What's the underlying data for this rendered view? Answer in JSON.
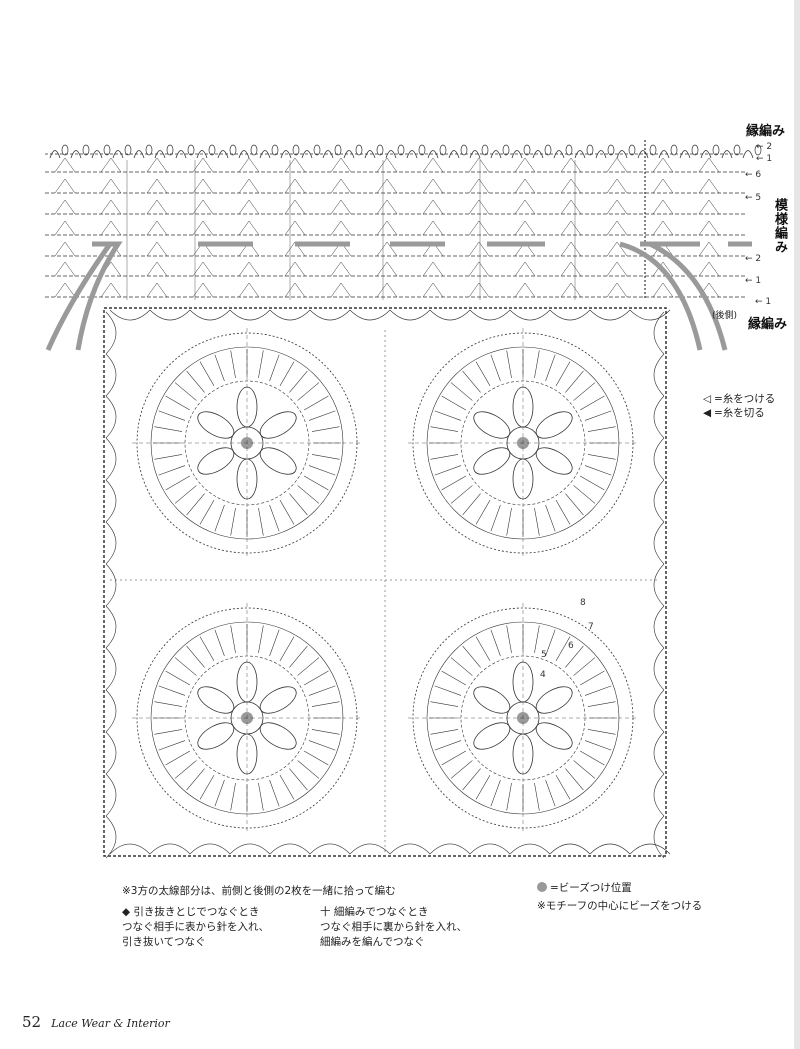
{
  "side_labels": {
    "edging_top": "縁編み",
    "pattern": "模様編み",
    "edging_bottom": "縁編み",
    "back_side": "(後側)"
  },
  "row_numbers": {
    "edging": [
      "2",
      "1"
    ],
    "pattern": [
      "6",
      "5",
      "2",
      "1"
    ],
    "bottom": [
      "1"
    ]
  },
  "motif_rounds": [
    "8",
    "7",
    "6",
    "5",
    "4"
  ],
  "legend": {
    "attach_yarn": "=糸をつける",
    "cut_yarn": "=糸を切る"
  },
  "notes": {
    "bold_line": "※3方の太線部分は、前側と後側の2枚を一緒に拾って編む",
    "slip_join_title": "引き抜きとじでつなぐとき",
    "slip_join_line1": "つなぐ相手に表から針を入れ、",
    "slip_join_line2": "引き抜いてつなぐ",
    "sc_join_title": "細編みでつなぐとき",
    "sc_join_line1": "つなぐ相手に裏から針を入れ、",
    "sc_join_line2": "細編みを編んでつなぐ",
    "bead_pos": "=ビーズつけ位置",
    "bead_note": "※モチーフの中心にビーズをつける"
  },
  "symbols": {
    "slip_join": "◆",
    "sc_join": "十"
  },
  "footer": {
    "page_number": "52",
    "book_title": "Lace Wear & Interior"
  },
  "colors": {
    "line": "#333333",
    "bold_line": "#9a9a9a",
    "bead": "#999999"
  }
}
